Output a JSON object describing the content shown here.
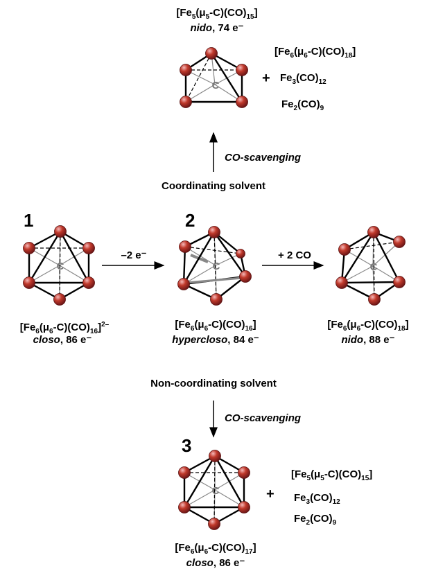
{
  "top": {
    "formula_pre": "[Fe",
    "formula_s1": "5",
    "formula_mid": "(μ",
    "formula_s2": "5",
    "formula_post": "-C)(CO)",
    "formula_s3": "15",
    "formula_end": "]",
    "desc_type": "nido",
    "desc_e": ", 74 e⁻",
    "byproducts": [
      {
        "pre": "[Fe",
        "s1": "6",
        "mid": "(μ",
        "s2": "6",
        "post": "-C)(CO)",
        "s3": "18",
        "end": "]"
      },
      {
        "pre": "Fe",
        "s1": "3",
        "mid": "(CO)",
        "s2": "12"
      },
      {
        "pre": "Fe",
        "s1": "2",
        "mid": "(CO)",
        "s2": "9"
      }
    ],
    "plus": "+",
    "arrow_label": "CO-scavenging",
    "solvent": "Coordinating solvent"
  },
  "middle": {
    "cmpd1": {
      "number": "1",
      "f_pre": "[Fe",
      "f_s1": "6",
      "f_mid": "(μ",
      "f_s2": "6",
      "f_post": "-C)(CO)",
      "f_s3": "16",
      "f_end": "]",
      "f_sup": "2–",
      "type": "closo",
      "e": ", 86 e⁻"
    },
    "arrow1": "–2 e⁻",
    "cmpd2": {
      "number": "2",
      "f_pre": "[Fe",
      "f_s1": "6",
      "f_mid": "(μ",
      "f_s2": "6",
      "f_post": "-C)(CO)",
      "f_s3": "16",
      "f_end": "]",
      "type": "hypercloso",
      "e": ", 84 e⁻"
    },
    "arrow2": "+ 2 CO",
    "cmpd3": {
      "f_pre": "[Fe",
      "f_s1": "6",
      "f_mid": "(μ",
      "f_s2": "6",
      "f_post": "-C)(CO)",
      "f_s3": "18",
      "f_end": "]",
      "type": "nido",
      "e": ", 88 e⁻"
    }
  },
  "bottom": {
    "solvent": "Non-coordinating solvent",
    "arrow_label": "CO-scavenging",
    "number": "3",
    "plus": "+",
    "byproducts": [
      {
        "pre": "[Fe",
        "s1": "5",
        "mid": "(μ",
        "s2": "5",
        "post": "-C)(CO)",
        "s3": "15",
        "end": "]"
      },
      {
        "pre": "Fe",
        "s1": "3",
        "mid": "(CO)",
        "s2": "12"
      },
      {
        "pre": "Fe",
        "s1": "2",
        "mid": "(CO)",
        "s2": "9"
      }
    ],
    "f_pre": "[Fe",
    "f_s1": "6",
    "f_mid": "(μ",
    "f_s2": "6",
    "f_post": "-C)(CO)",
    "f_s3": "17",
    "f_end": "]",
    "type": "closo",
    "e": ", 86 e⁻"
  },
  "atom_center_label": "C",
  "colors": {
    "atom": "#c0392b",
    "atom_dark": "#7a1c1c",
    "bond": "#000000",
    "inner": "#888888"
  }
}
